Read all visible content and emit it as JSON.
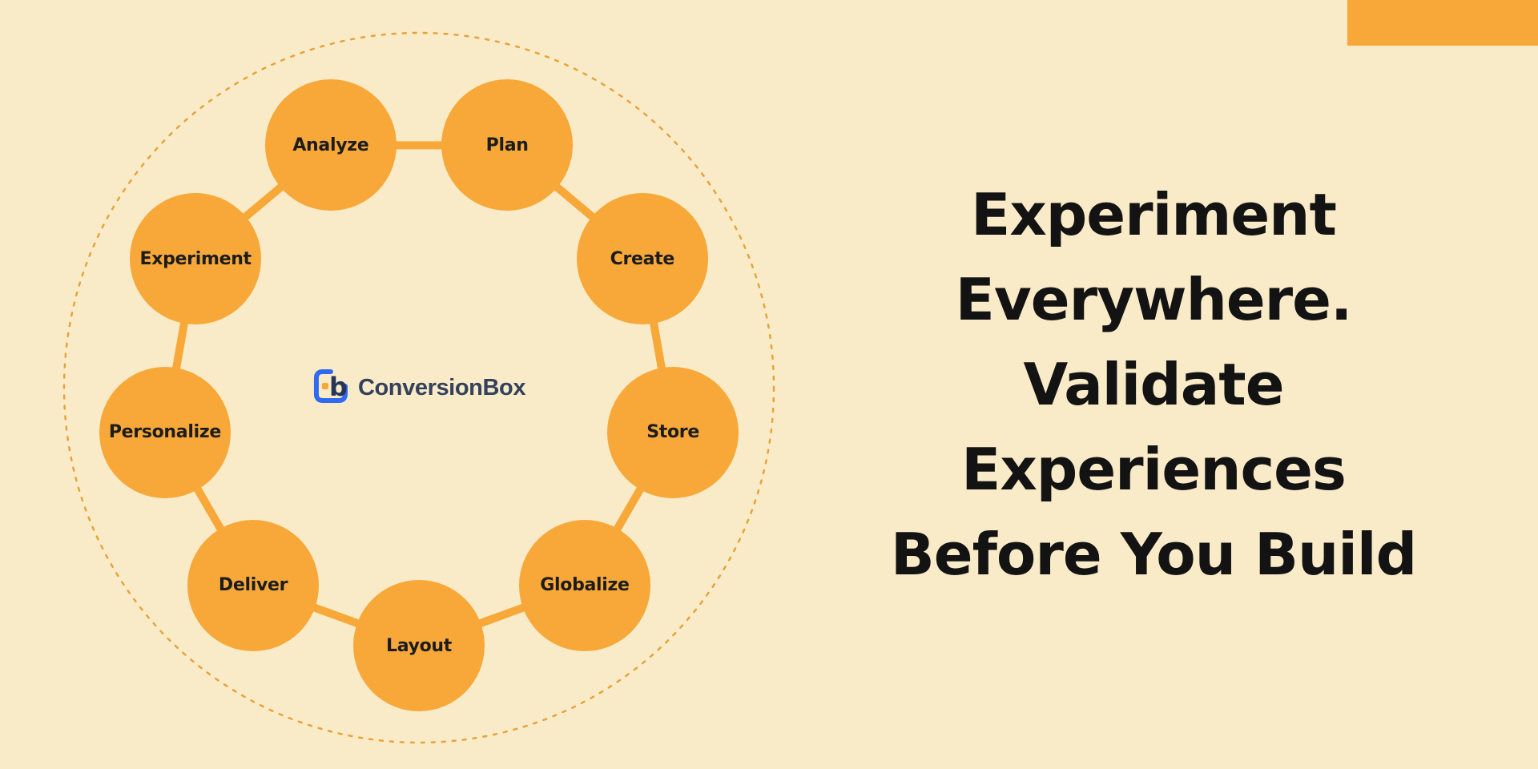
{
  "colors": {
    "background": "#FAEBC8",
    "accent_orange": "#F7A838",
    "dashed_ring": "#E7A33A",
    "node_text": "#1C1C1C",
    "headline_text": "#131313",
    "brand_text": "#33415C",
    "logo_blue": "#2E6BF0",
    "logo_navy": "#28355B"
  },
  "diagram": {
    "steps": [
      {
        "label": "Analyze"
      },
      {
        "label": "Plan"
      },
      {
        "label": "Create"
      },
      {
        "label": "Store"
      },
      {
        "label": "Globalize"
      },
      {
        "label": "Layout"
      },
      {
        "label": "Deliver"
      },
      {
        "label": "Personalize"
      },
      {
        "label": "Experiment"
      }
    ]
  },
  "logo": {
    "brand": "ConversionBox"
  },
  "headline": {
    "lines": [
      "Experiment",
      "Everywhere.",
      "Validate",
      "Experiences",
      "Before You Build"
    ]
  }
}
